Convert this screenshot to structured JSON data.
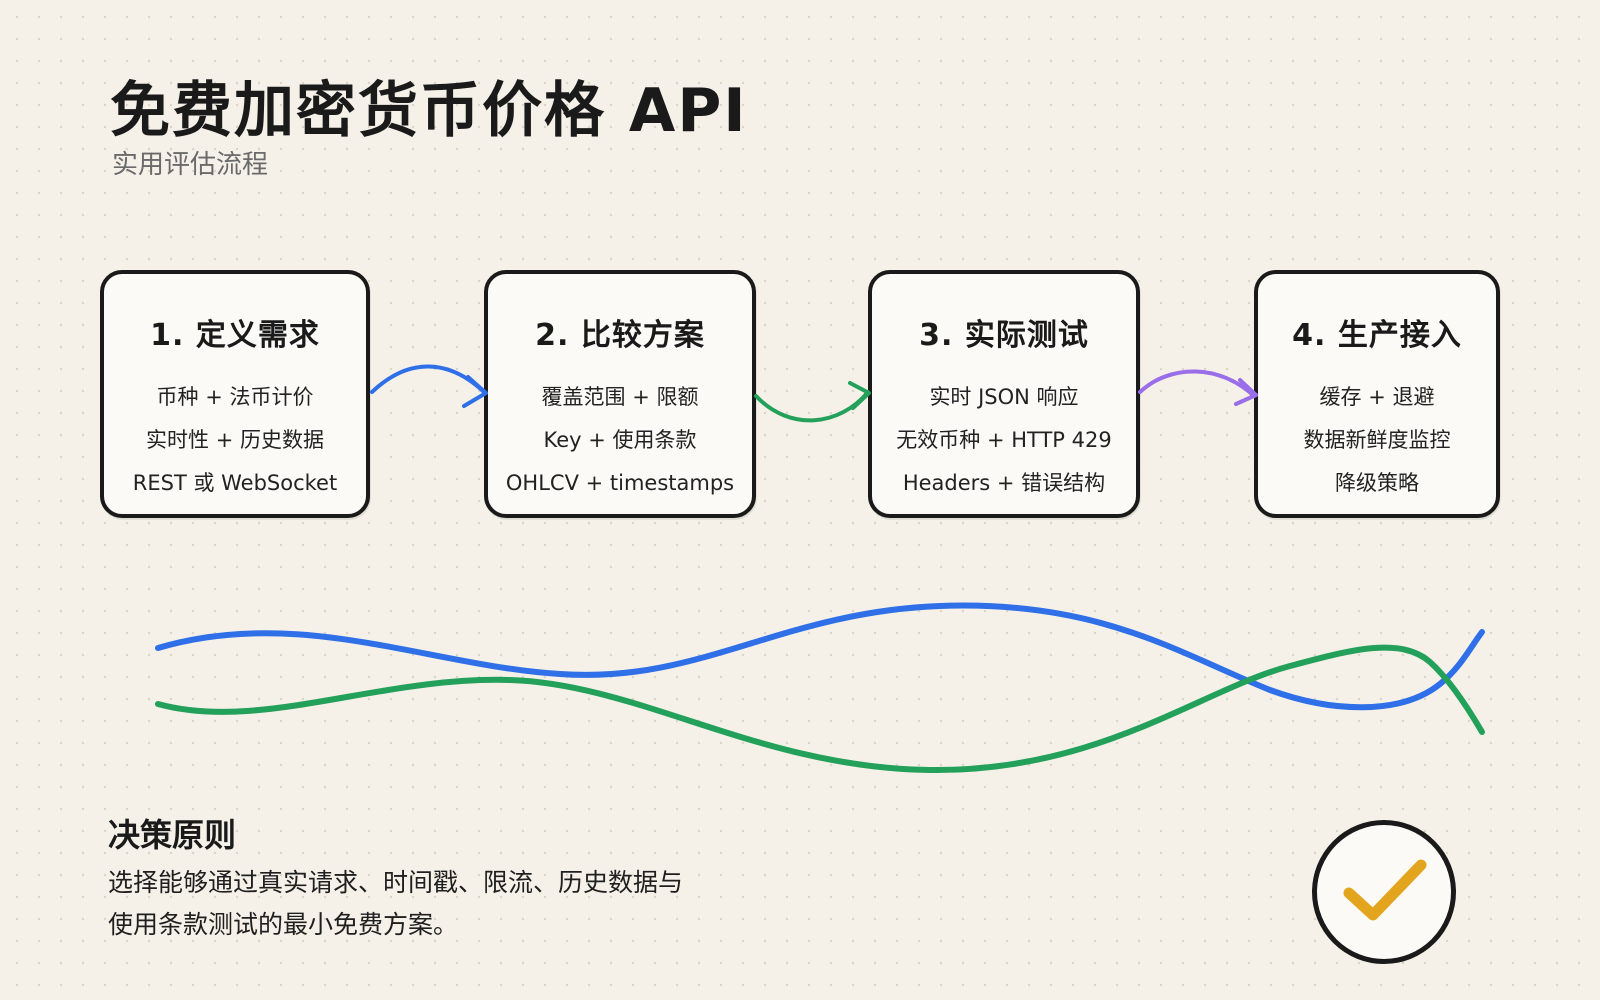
{
  "header": {
    "title": "免费加密货币价格 API",
    "subtitle": "实用评估流程"
  },
  "steps": [
    {
      "title": "1. 定义需求",
      "lines": [
        "币种 + 法币计价",
        "实时性 + 历史数据",
        "REST 或 WebSocket"
      ]
    },
    {
      "title": "2. 比较方案",
      "lines": [
        "覆盖范围 + 限额",
        "Key + 使用条款",
        "OHLCV + timestamps"
      ]
    },
    {
      "title": "3. 实际测试",
      "lines": [
        "实时 JSON 响应",
        "无效币种 + HTTP 429",
        "Headers + 错误结构"
      ]
    },
    {
      "title": "4. 生产接入",
      "lines": [
        "缓存 + 退避",
        "数据新鲜度监控",
        "降级策略"
      ]
    }
  ],
  "connectors": [
    {
      "from": 1,
      "to": 2,
      "color": "#2f6fe8"
    },
    {
      "from": 2,
      "to": 3,
      "color": "#23a05a"
    },
    {
      "from": 3,
      "to": 4,
      "color": "#9a6ee8"
    }
  ],
  "waves": [
    {
      "color": "#2f6fe8"
    },
    {
      "color": "#23a05a"
    }
  ],
  "principle": {
    "title": "决策原则",
    "text_line1": "选择能够通过真实请求、时间戳、限流、历史数据与",
    "text_line2": "使用条款测试的最小免费方案。"
  },
  "badge": {
    "icon": "checkmark-icon",
    "check_color": "#e4a51e"
  }
}
